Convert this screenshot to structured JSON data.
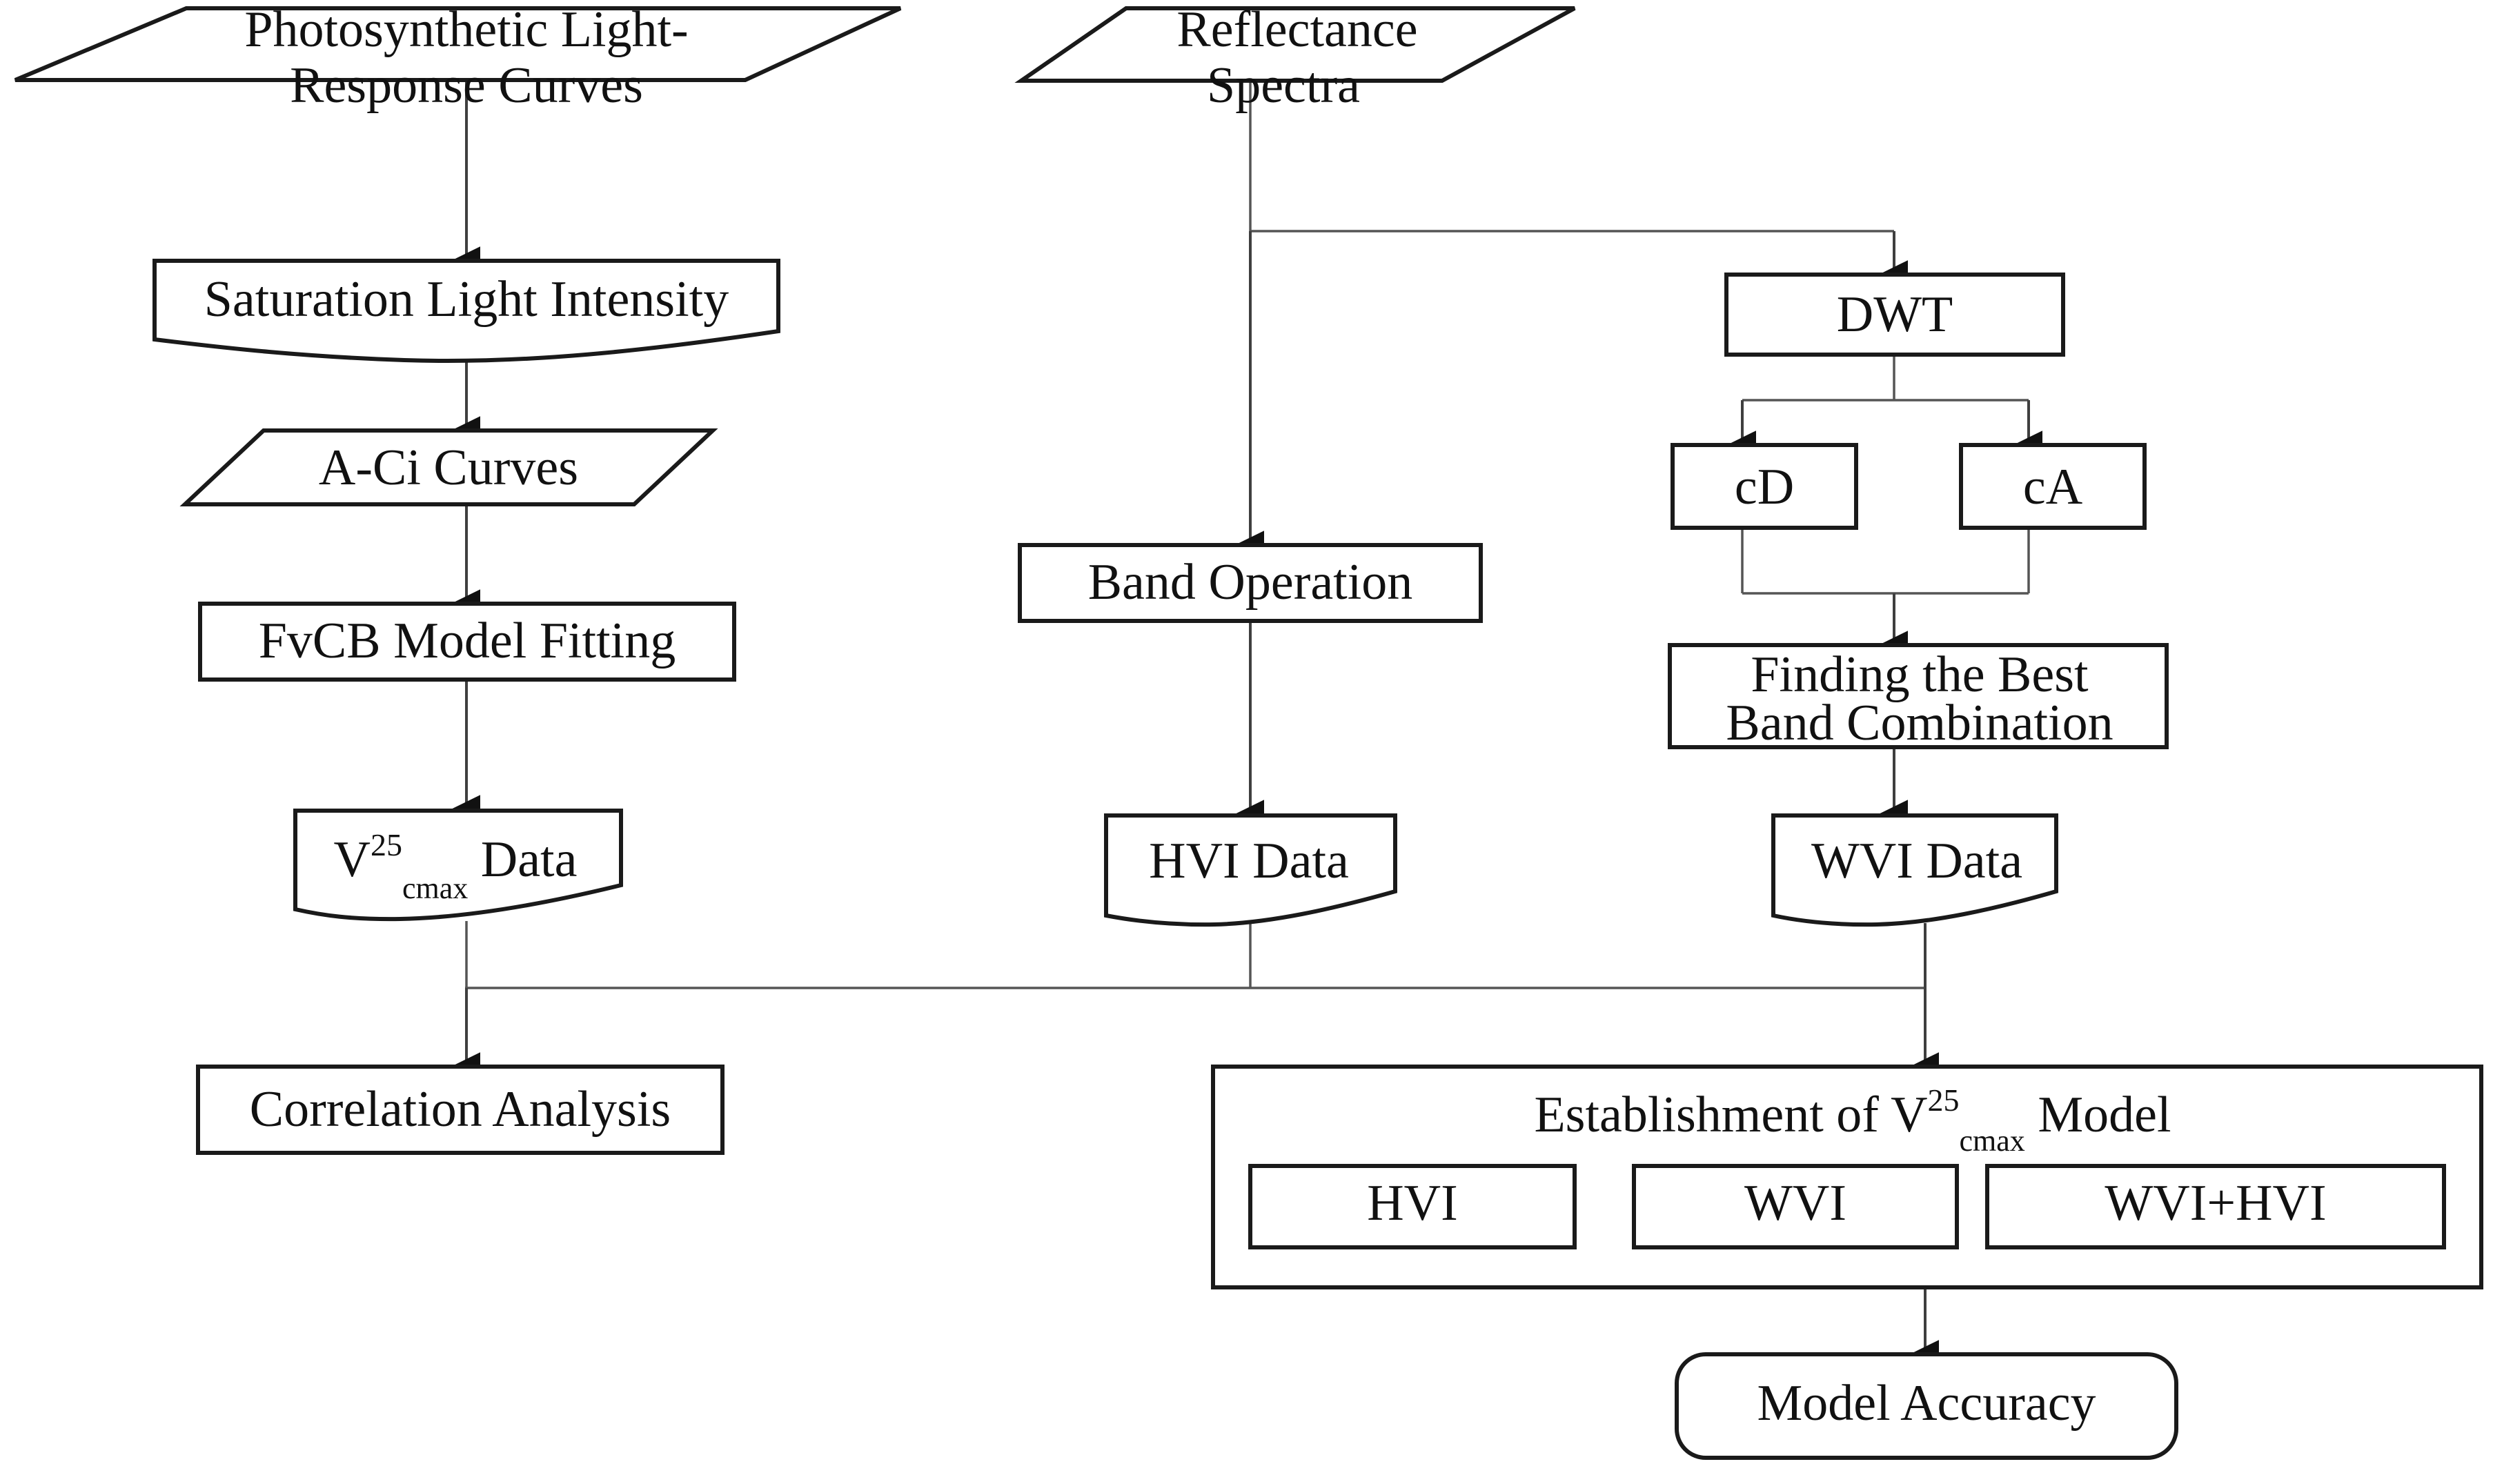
{
  "diagram": {
    "title": "Photosynthetic V25cmax estimation workflow flowchart",
    "background_color": "#ffffff",
    "line_color": "#1a1a1a",
    "text_color": "#111111"
  },
  "nodes": {
    "photosynthetic_curves": {
      "label_line1": "Photosynthetic Light-",
      "label_line2": "Response Curves",
      "shape": "parallelogram"
    },
    "saturation_light": {
      "label": "Saturation Light Intensity",
      "shape": "document"
    },
    "aci_curves": {
      "label": "A-Ci Curves",
      "shape": "parallelogram"
    },
    "fvcb_fitting": {
      "label": "FvCB Model Fitting",
      "shape": "rectangle"
    },
    "vcmax_data": {
      "label_base": "V",
      "label_sup": "25",
      "label_sub": "cmax",
      "label_tail": "Data",
      "shape": "document"
    },
    "correlation_analysis": {
      "label": "Correlation Analysis",
      "shape": "rectangle"
    },
    "reflectance_spectra": {
      "label_line1": "Reflectance",
      "label_line2": "Spectra",
      "shape": "parallelogram"
    },
    "band_operation": {
      "label": "Band Operation",
      "shape": "rectangle"
    },
    "hvi_data": {
      "label": "HVI Data",
      "shape": "document"
    },
    "dwt": {
      "label": "DWT",
      "shape": "rectangle"
    },
    "cd": {
      "label": "cD",
      "shape": "rectangle"
    },
    "ca": {
      "label": "cA",
      "shape": "rectangle"
    },
    "best_band_combination": {
      "label_line1": "Finding the Best",
      "label_line2": "Band Combination",
      "shape": "rectangle"
    },
    "wvi_data": {
      "label": "WVI Data",
      "shape": "document"
    },
    "establishment_model": {
      "label_prefix": "Establishment of V",
      "label_sup": "25",
      "label_sub": "cmax",
      "label_suffix": "Model",
      "shape": "rectangle",
      "children": [
        {
          "key": "hvi",
          "label": "HVI"
        },
        {
          "key": "wvi",
          "label": "WVI"
        },
        {
          "key": "wvi_hvi",
          "label": "WVI+HVI"
        }
      ]
    },
    "model_accuracy": {
      "label": "Model Accuracy",
      "shape": "rounded-rectangle"
    }
  },
  "edges": [
    {
      "from": "photosynthetic_curves",
      "to": "saturation_light"
    },
    {
      "from": "saturation_light",
      "to": "aci_curves"
    },
    {
      "from": "aci_curves",
      "to": "fvcb_fitting"
    },
    {
      "from": "fvcb_fitting",
      "to": "vcmax_data"
    },
    {
      "from": "vcmax_data",
      "to": "correlation_analysis"
    },
    {
      "from": "reflectance_spectra",
      "to": "band_operation"
    },
    {
      "from": "reflectance_spectra",
      "to": "dwt"
    },
    {
      "from": "band_operation",
      "to": "hvi_data"
    },
    {
      "from": "dwt",
      "to": "cd"
    },
    {
      "from": "dwt",
      "to": "ca"
    },
    {
      "from": "cd",
      "to": "best_band_combination"
    },
    {
      "from": "ca",
      "to": "best_band_combination"
    },
    {
      "from": "best_band_combination",
      "to": "wvi_data"
    },
    {
      "from": "hvi_data",
      "to": "establishment_model"
    },
    {
      "from": "wvi_data",
      "to": "establishment_model"
    },
    {
      "from": "vcmax_data",
      "to": "establishment_model"
    },
    {
      "from": "establishment_model",
      "to": "model_accuracy"
    }
  ]
}
